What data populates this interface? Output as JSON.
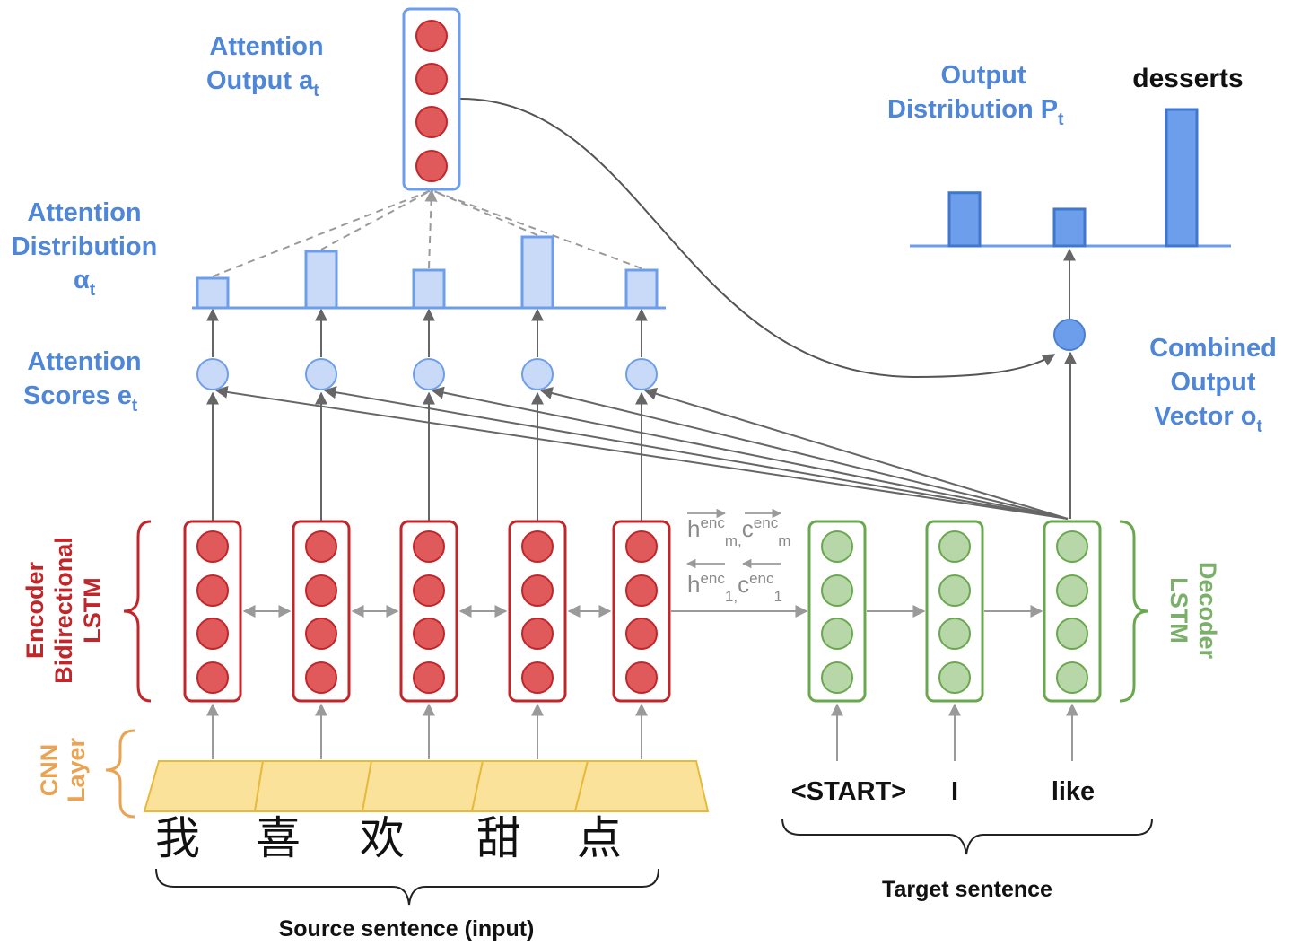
{
  "labels": {
    "attention_output": {
      "line1": "Attention",
      "line2": "Output a",
      "sub": "t"
    },
    "attention_distribution": {
      "line1": "Attention",
      "line2": "Distribution",
      "line3": "α",
      "sub": "t"
    },
    "attention_scores": {
      "line1": "Attention",
      "line2": "Scores e",
      "sub": "t"
    },
    "output_distribution": {
      "line1": "Output",
      "line2": "Distribution P",
      "sub": "t"
    },
    "combined_output": {
      "line1": "Combined",
      "line2": "Output",
      "line3": "Vector o",
      "sub": "t"
    },
    "predicted_word": "desserts",
    "encoder": {
      "line1": "Encoder",
      "line2": "Bidirectional",
      "line3": "LSTM"
    },
    "decoder": {
      "line1": "Decoder",
      "line2": "LSTM"
    },
    "cnn": {
      "line1": "CNN",
      "line2": "Layer"
    },
    "source_sentence_caption": "Source sentence (input)",
    "target_sentence_caption": "Target sentence"
  },
  "hidden_state_labels": {
    "forward": {
      "h": "h",
      "h_sup": "enc",
      "h_sub": "m,",
      "c": "c",
      "c_sup": "enc",
      "c_sub": "m"
    },
    "backward": {
      "h": "h",
      "h_sup": "enc",
      "h_sub": "1,",
      "c": "c",
      "c_sup": "enc",
      "c_sub": "1"
    }
  },
  "source_tokens": [
    "我",
    "喜",
    "欢",
    "甜",
    "点"
  ],
  "target_tokens": [
    "<START>",
    "I",
    "like"
  ],
  "attention_distribution": [
    0.33,
    0.63,
    0.42,
    0.79,
    0.42
  ],
  "output_distribution": [
    0.39,
    0.27,
    1.0
  ],
  "colors": {
    "blue_text": "#4f86d6",
    "encoder_red": "#c0262a",
    "encoder_fill": "#e05a5b",
    "decoder_green": "#6aa84f",
    "decoder_fill": "#b7d7a8",
    "cnn_yellow": "#fbe29a",
    "cnn_stroke": "#e7b93c",
    "bar_light_blue": "#c9daf8",
    "bar_blue": "#6d9eeb"
  }
}
